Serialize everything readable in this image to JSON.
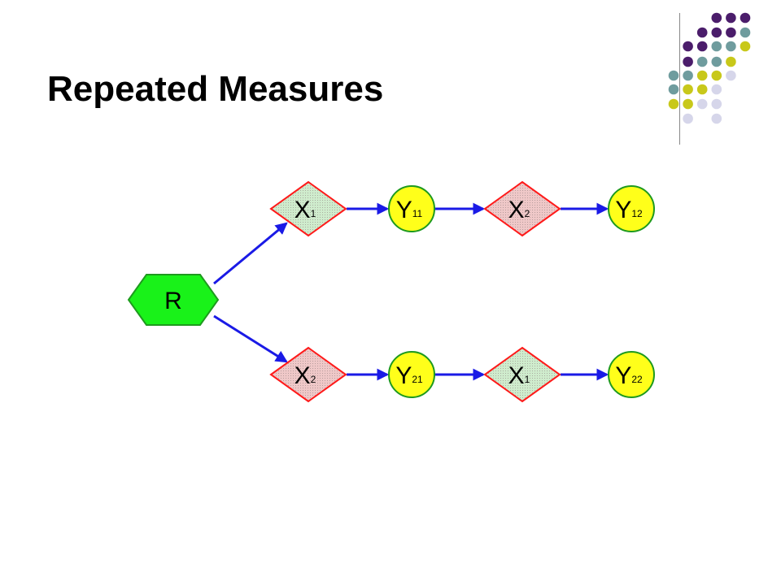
{
  "title": "Repeated Measures",
  "colors": {
    "purple": "#4b1d6b",
    "teal": "#6f9c9e",
    "olive": "#c8c81a",
    "lavender": "#d6d6ea",
    "arrow": "#1a1ae6",
    "random_fill": "#19f219",
    "treatment_border": "#ff1a1a",
    "obs_fill": "#ffff1a"
  },
  "random_node": {
    "label": "R"
  },
  "rows": [
    {
      "name": "group-1",
      "steps": [
        {
          "kind": "treatment",
          "letter": "X",
          "sub": "1",
          "fill": "#cfeccd"
        },
        {
          "kind": "observation",
          "letter": "Y",
          "sub": "11"
        },
        {
          "kind": "treatment",
          "letter": "X",
          "sub": "2",
          "fill": "#efc8c8"
        },
        {
          "kind": "observation",
          "letter": "Y",
          "sub": "12"
        }
      ]
    },
    {
      "name": "group-2",
      "steps": [
        {
          "kind": "treatment",
          "letter": "X",
          "sub": "2",
          "fill": "#efc8c8"
        },
        {
          "kind": "observation",
          "letter": "Y",
          "sub": "21"
        },
        {
          "kind": "treatment",
          "letter": "X",
          "sub": "1",
          "fill": "#cfeccd"
        },
        {
          "kind": "observation",
          "letter": "Y",
          "sub": "22"
        }
      ]
    }
  ]
}
